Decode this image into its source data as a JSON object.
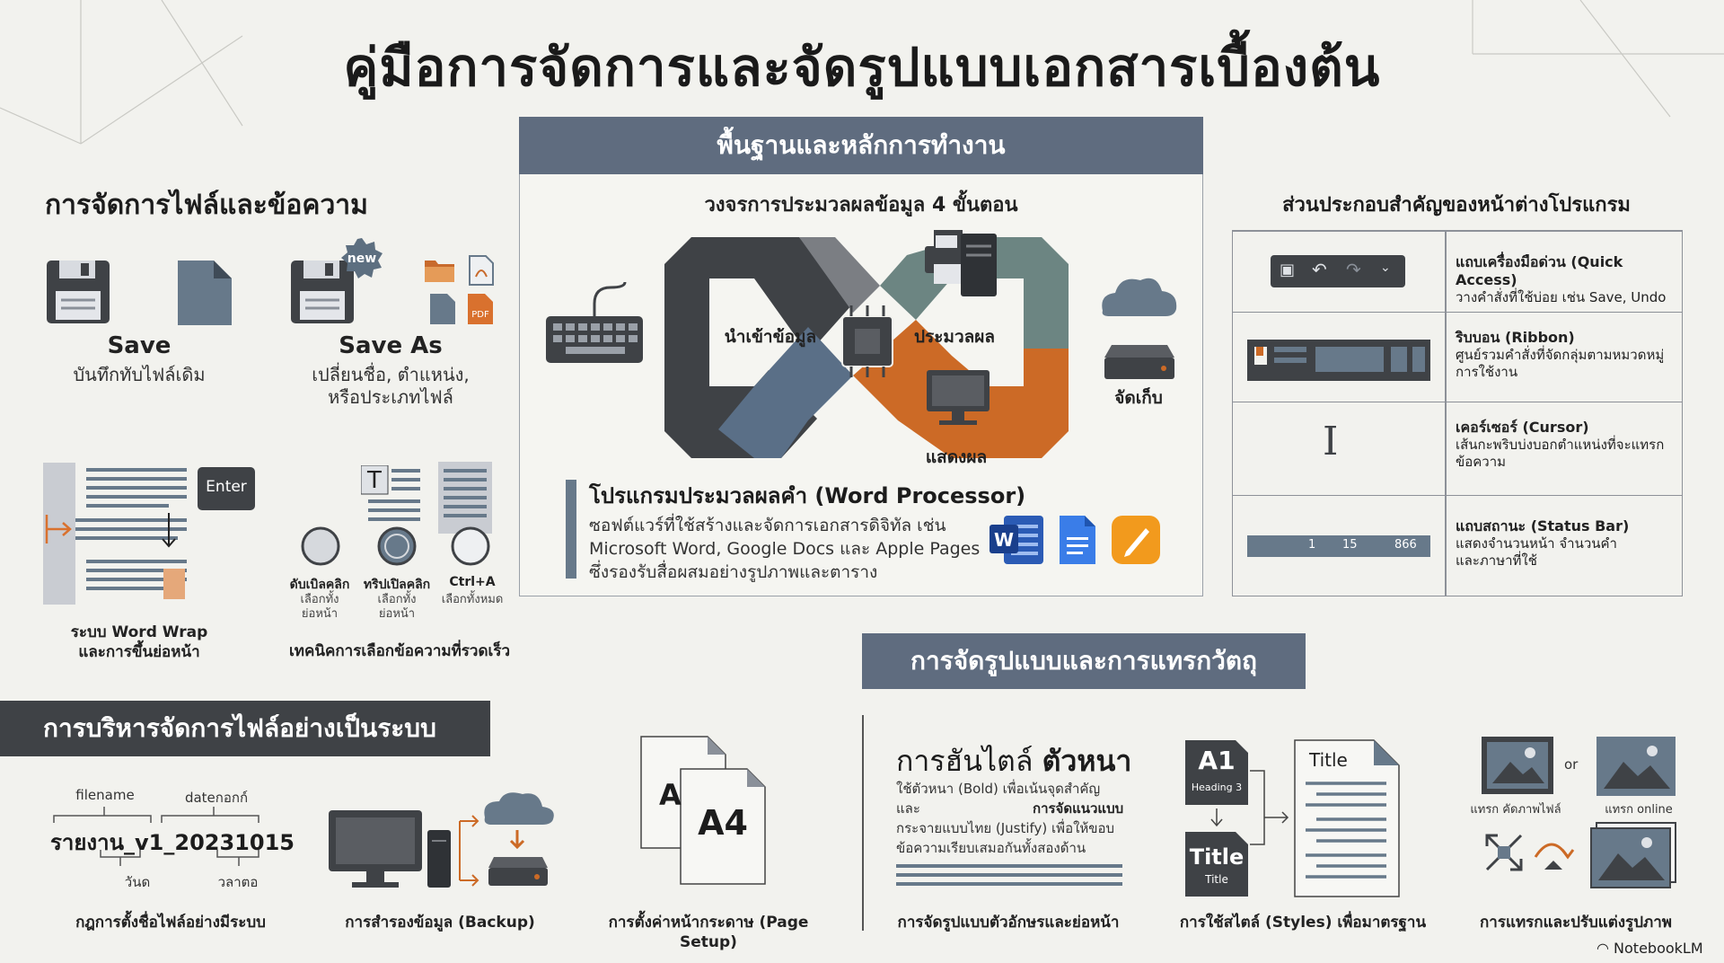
{
  "title": "คู่มือการจัดการและจัดรูปแบบเอกสารเบื้องต้น",
  "file_section": {
    "heading": "การจัดการไฟล์และข้อความ",
    "save": {
      "title": "Save",
      "desc": "บันทึกทับไฟล์เดิม"
    },
    "save_as": {
      "title": "Save As",
      "desc_line1": "เปลี่ยนชื่อ, ตำแหน่ง,",
      "desc_line2": "หรือประเภทไฟล์",
      "badge": "new",
      "pdf": "PDF"
    },
    "enter_key": "Enter",
    "word_wrap_caption_1": "ระบบ Word Wrap",
    "word_wrap_caption_2": "และการขึ้นย่อหน้า",
    "select": {
      "double": {
        "title": "ดับเบิลคลิก",
        "desc1": "เลือกทั้ง",
        "desc2": "ย่อหน้า"
      },
      "triple": {
        "title": "ทริปเปิลคลิก",
        "desc1": "เลือกทั้ง",
        "desc2": "ย่อหน้า"
      },
      "ctrl": {
        "title": "Ctrl+A",
        "desc1": "เลือกทั้งหมด"
      },
      "caption": "เทคนิคการเลือกข้อความที่รวดเร็ว"
    }
  },
  "basics": {
    "heading": "พื้นฐานและหลักการทำงาน",
    "cycle_title": "วงจรการประมวลผลข้อมูล 4 ขั้นตอน",
    "input": "นำเข้าข้อมูล",
    "process": "ประมวลผล",
    "output": "แสดงผล",
    "storage": "จัดเก็บ",
    "wp_title": "โปรแกรมประมวลผลคำ (Word Processor)",
    "wp_line1": "ซอฟต์แวร์ที่ใช้สร้างและจัดการเอกสารดิจิทัล เช่น",
    "wp_line2": "Microsoft Word, Google Docs และ Apple Pages",
    "wp_line3": "ซึ่งรองรับสื่อผสมอย่างรูปภาพและตาราง"
  },
  "window_parts": {
    "heading": "ส่วนประกอบสำคัญของหน้าต่างโปรแกรม",
    "rows": [
      {
        "title": "แถบเครื่องมือด่วน (Quick Access)",
        "desc1": "วางคำสั่งที่ใช้บ่อย เช่น Save, Undo",
        "desc2": ""
      },
      {
        "title": "ริบบอน (Ribbon)",
        "desc1": "ศูนย์รวมคำสั่งที่จัดกลุ่มตามหมวดหมู่",
        "desc2": "การใช้งาน"
      },
      {
        "title": "เคอร์เซอร์ (Cursor)",
        "desc1": "เส้นกะพริบบ่งบอกตำแหน่งที่จะแทรก",
        "desc2": "ข้อความ"
      },
      {
        "title": "แถบสถานะ (Status Bar)",
        "desc1": "แสดงจำนวนหน้า จำนวนคำ",
        "desc2": "และภาษาที่ใช้"
      }
    ],
    "status_nums": [
      "1",
      "15",
      "866"
    ]
  },
  "mgmt": {
    "heading": "การบริหารจัดการไฟล์อย่างเป็นระบบ",
    "naming": {
      "top_left": "filename",
      "top_right": "dateกอกก์",
      "name": "รายงาน_v1_20231015",
      "bottom_left": "วันด",
      "bottom_right": "วลาตอ",
      "caption": "กฎการตั้งชื่อไฟล์อย่างมีระบบ"
    },
    "backup_caption": "การสำรองข้อมูล (Backup)",
    "page": {
      "small": "A",
      "big": "A4",
      "caption": "การตั้งค่าหน้ากระดาษ (Page Setup)"
    }
  },
  "format": {
    "heading": "การจัดรูปแบบและการแทรกวัตถุ",
    "font": {
      "title_normal": "การฮันไตล์ ",
      "title_bold": "ตัวหนา",
      "line1": "ใช้ตัวหนา (Bold) เพื่อเน้นจุดสำคัญ",
      "line2_a": "และ",
      "line2_b": "การจัดแนวแบบ",
      "line3": "กระจายแบบไทย (Justify) เพื่อให้ขอบ",
      "line4": "ข้อความเรียบเสมอกันทั้งสองด้าน",
      "caption": "การจัดรูปแบบตัวอักษรและย่อหน้า"
    },
    "styles": {
      "a1": "A1",
      "heading3": "Heading 3",
      "title_big": "Title",
      "title_small": "Title",
      "doc_title": "Title",
      "caption": "การใช้สไตล์ (Styles) เพื่อมาตรฐาน"
    },
    "images": {
      "insert_file": "แทรก คัดภาพไฟล์",
      "or": "or",
      "insert_online": "แทรก online",
      "caption": "การแทรกและปรับแต่งรูปภาพ"
    }
  },
  "brand": "NotebookLM"
}
